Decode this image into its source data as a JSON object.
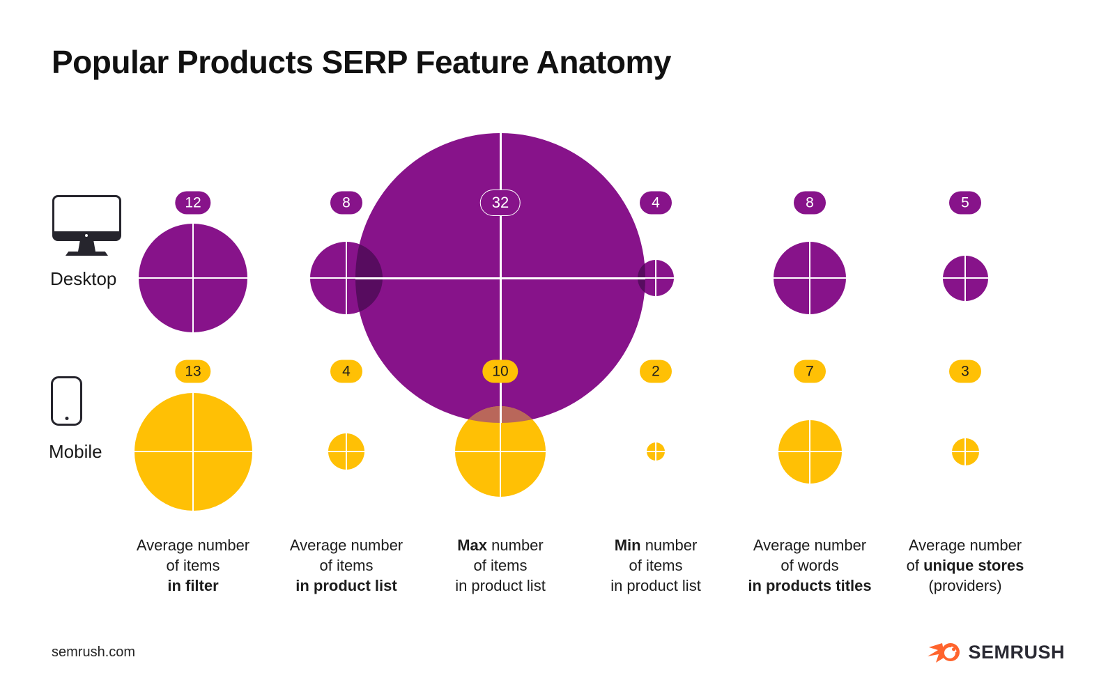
{
  "title": "Popular Products SERP Feature Anatomy",
  "footer": {
    "site": "semrush.com",
    "brand": "SEMRUSH"
  },
  "colors": {
    "desktop_purple": "#87138A",
    "purple_overlap": "#570C5F",
    "mobile_yellow": "#FFC005",
    "mixed_overlap": "#B9675A",
    "badge_text_on_purple": "#FFFFFF",
    "badge_text_on_yellow": "#1D1D1D",
    "brand_orange": "#FF642D"
  },
  "chart_data": {
    "type": "bubble",
    "title": "Popular Products SERP Feature Anatomy",
    "rows": [
      "Desktop",
      "Mobile"
    ],
    "series": [
      {
        "name": "Desktop",
        "color": "#87138A",
        "values": [
          12,
          8,
          32,
          4,
          8,
          5
        ]
      },
      {
        "name": "Mobile",
        "color": "#FFC005",
        "values": [
          13,
          4,
          10,
          2,
          7,
          3
        ]
      }
    ],
    "categories": [
      "Average number of items in filter",
      "Average number of items in product list",
      "Max number of items in product list",
      "Min number of items in product list",
      "Average number of words in products titles",
      "Average number of unique stores (providers)"
    ],
    "category_label_lines": [
      [
        [
          {
            "t": "Average number",
            "b": false
          }
        ],
        [
          {
            "t": "of items",
            "b": false
          }
        ],
        [
          {
            "t": "in filter",
            "b": true
          }
        ]
      ],
      [
        [
          {
            "t": "Average number",
            "b": false
          }
        ],
        [
          {
            "t": "of items",
            "b": false
          }
        ],
        [
          {
            "t": "in product list",
            "b": true
          }
        ]
      ],
      [
        [
          {
            "t": "Max",
            "b": true
          },
          {
            "t": " number",
            "b": false
          }
        ],
        [
          {
            "t": "of items",
            "b": false
          }
        ],
        [
          {
            "t": "in product list",
            "b": false
          }
        ]
      ],
      [
        [
          {
            "t": "Min",
            "b": true
          },
          {
            "t": " number",
            "b": false
          }
        ],
        [
          {
            "t": "of items",
            "b": false
          }
        ],
        [
          {
            "t": "in product list",
            "b": false
          }
        ]
      ],
      [
        [
          {
            "t": "Average number",
            "b": false
          }
        ],
        [
          {
            "t": "of words",
            "b": false
          }
        ],
        [
          {
            "t": "in products titles",
            "b": true
          }
        ]
      ],
      [
        [
          {
            "t": "Average number",
            "b": false
          }
        ],
        [
          {
            "t": "of ",
            "b": false
          },
          {
            "t": "unique stores",
            "b": true
          }
        ],
        [
          {
            "t": "(providers)",
            "b": false
          }
        ]
      ]
    ],
    "legend_note": "circle radius proportional to value; values shown in pills above each circle"
  }
}
